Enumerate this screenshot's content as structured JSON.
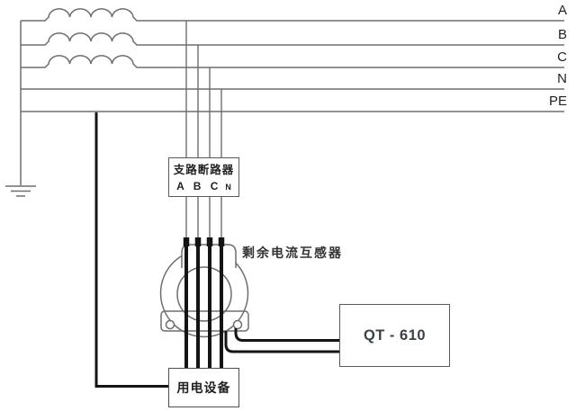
{
  "colors": {
    "line": "#6e6e6e",
    "conductor": "#141414",
    "text": "#222222",
    "qt_text": "#3b4049",
    "box_border": "#5a5a5a"
  },
  "bus": {
    "labels": [
      "A",
      "B",
      "C",
      "N",
      "PE"
    ]
  },
  "breaker": {
    "title": "支路断路器",
    "terminals_abc": "A B C",
    "terminal_n": "N"
  },
  "ct": {
    "label": "剩余电流互感器"
  },
  "controller": {
    "label": "QT - 610"
  },
  "load": {
    "label": "用电设备"
  }
}
